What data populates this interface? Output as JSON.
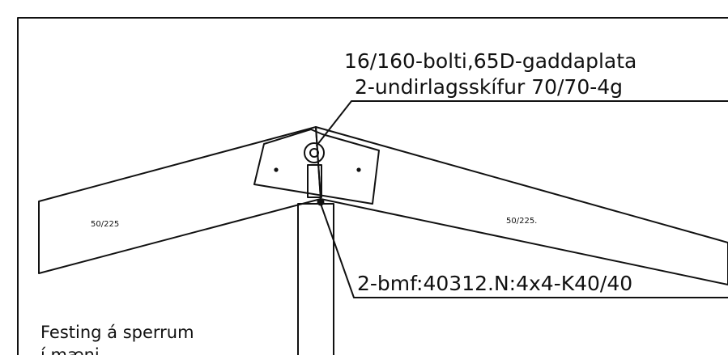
{
  "labels": {
    "bolt_line1": "16/160-bolti,65D-gaddaplata",
    "bolt_line2": "2-undirlagsskífur 70/70-4g",
    "bracket": "2-bmf:40312.N:4x4-K40/40",
    "rafter_left": "50/225",
    "rafter_right": "50/225.",
    "caption_line1": "Festing á sperrum",
    "caption_line2": "í mæni"
  },
  "colors": {
    "ink": "#111111",
    "background": "#ffffff"
  }
}
